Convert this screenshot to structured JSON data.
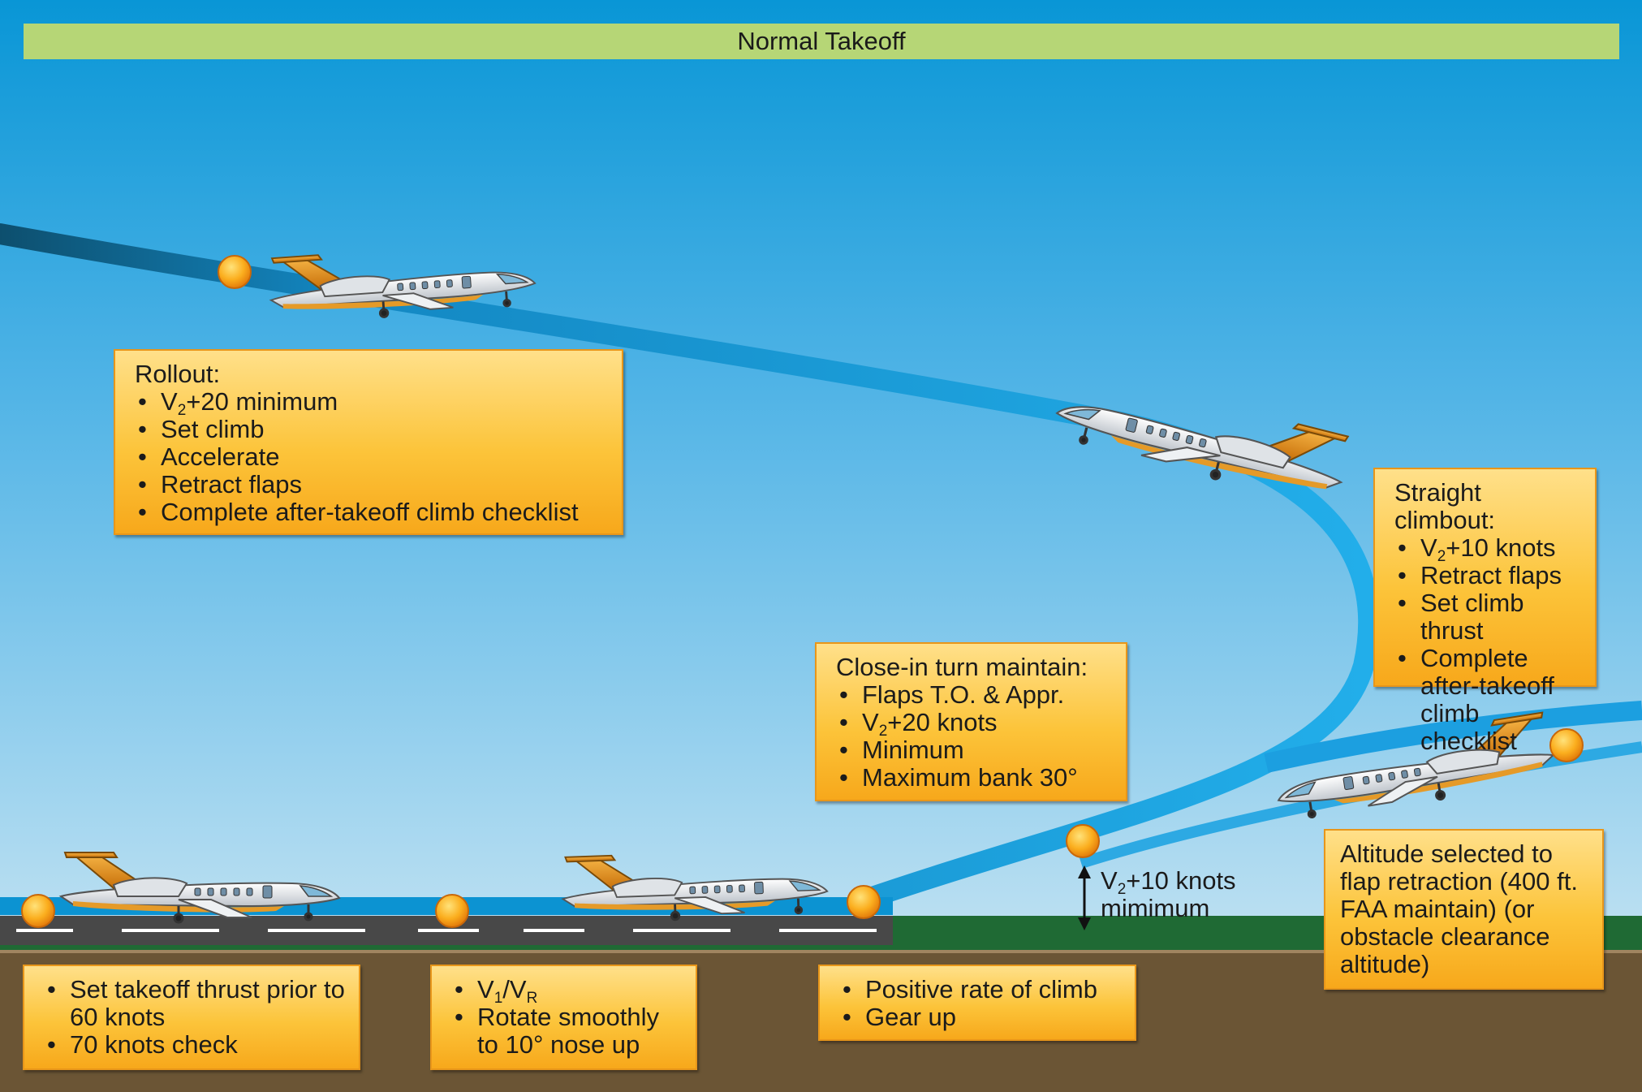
{
  "title": "Normal Takeoff",
  "colors": {
    "sky_top": "#0a96d8",
    "sky_bottom": "#d8edf6",
    "flight_path": "#18a7e6",
    "callout_fill": "#fcc43a",
    "grass": "#1f6a34",
    "ground": "#6b5535",
    "runway": "#444444",
    "title_bar": "#b6d676",
    "marker": "#f7a11a"
  },
  "callouts": {
    "rollout": {
      "heading": "Rollout:",
      "items": [
        {
          "pre": "V",
          "sub": "2",
          "post": "+20 minimum"
        },
        {
          "pre": "Set climb"
        },
        {
          "pre": "Accelerate"
        },
        {
          "pre": "Retract flaps"
        },
        {
          "pre": "Complete after-takeoff climb checklist"
        }
      ]
    },
    "straight_climbout": {
      "heading": "Straight climbout:",
      "items": [
        {
          "pre": "V",
          "sub": "2",
          "post": "+10 knots"
        },
        {
          "pre": "Retract flaps"
        },
        {
          "pre": "Set climb thrust"
        },
        {
          "pre": "Complete after-takeoff climb checklist"
        }
      ]
    },
    "close_in_turn": {
      "heading": "Close-in turn maintain:",
      "items": [
        {
          "pre": "Flaps T.O. & Appr."
        },
        {
          "pre": "V",
          "sub": "2",
          "post": "+20 knots"
        },
        {
          "pre": "Minimum"
        },
        {
          "pre": "Maximum bank 30°"
        }
      ]
    },
    "altitude_selected": {
      "text": "Altitude selected to flap retraction (400 ft. FAA maintain) (or obstacle clearance altitude)"
    },
    "set_thrust": {
      "items": [
        {
          "pre": "Set takeoff thrust prior to 60 knots"
        },
        {
          "pre": "70 knots check"
        }
      ]
    },
    "v1_vr": {
      "items": [
        {
          "pre": "V",
          "sub": "1",
          "post": "/V",
          "sub2": "R"
        },
        {
          "pre": "Rotate smoothly to 10° nose up"
        }
      ]
    },
    "positive_climb": {
      "items": [
        {
          "pre": "Positive rate of climb"
        },
        {
          "pre": "Gear up"
        }
      ]
    }
  },
  "v2_label": {
    "pre": "V",
    "sub": "2",
    "post": "+10 knots",
    "line2": "mimimum"
  },
  "icons": [
    "airplane-icon",
    "waypoint-marker-icon",
    "height-arrow-icon"
  ]
}
